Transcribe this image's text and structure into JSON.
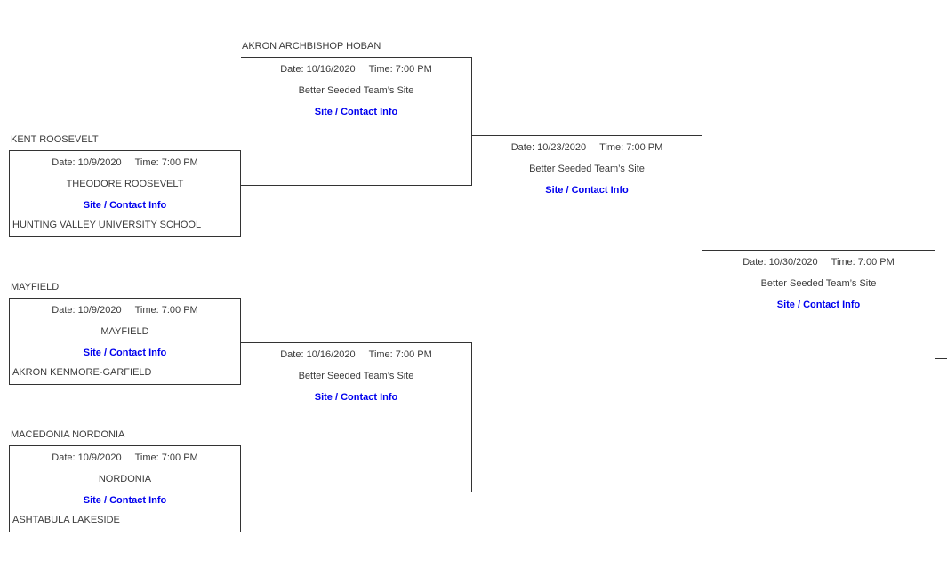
{
  "bracket": {
    "colors": {
      "line": "#333333",
      "text": "#3b3b3b",
      "link_blue": "#0000ee",
      "background": "#ffffff"
    },
    "round1": [
      {
        "top_team": "KENT ROOSEVELT",
        "date": "Date: 10/9/2020",
        "time": "Time: 7:00 PM",
        "site": "THEODORE ROOSEVELT",
        "link": "Site / Contact Info",
        "bottom_team": "HUNTING VALLEY UNIVERSITY SCHOOL"
      },
      {
        "top_team": "MAYFIELD",
        "date": "Date: 10/9/2020",
        "time": "Time: 7:00 PM",
        "site": "MAYFIELD",
        "link": "Site / Contact Info",
        "bottom_team": "AKRON KENMORE-GARFIELD"
      },
      {
        "top_team": "MACEDONIA NORDONIA",
        "date": "Date: 10/9/2020",
        "time": "Time: 7:00 PM",
        "site": "NORDONIA",
        "link": "Site / Contact Info",
        "bottom_team": "ASHTABULA LAKESIDE"
      }
    ],
    "round2": [
      {
        "top_team": "AKRON ARCHBISHOP HOBAN",
        "date": "Date: 10/16/2020",
        "time": "Time: 7:00 PM",
        "site": "Better Seeded Team’s Site",
        "link": "Site / Contact Info"
      },
      {
        "date": "Date: 10/16/2020",
        "time": "Time: 7:00 PM",
        "site": "Better Seeded Team’s Site",
        "link": "Site / Contact Info"
      }
    ],
    "round3": {
      "date": "Date: 10/23/2020",
      "time": "Time: 7:00 PM",
      "site": "Better Seeded Team’s Site",
      "link": "Site / Contact Info"
    },
    "round4": {
      "date": "Date: 10/30/2020",
      "time": "Time: 7:00 PM",
      "site": "Better Seeded Team’s Site",
      "link": "Site / Contact Info"
    }
  }
}
